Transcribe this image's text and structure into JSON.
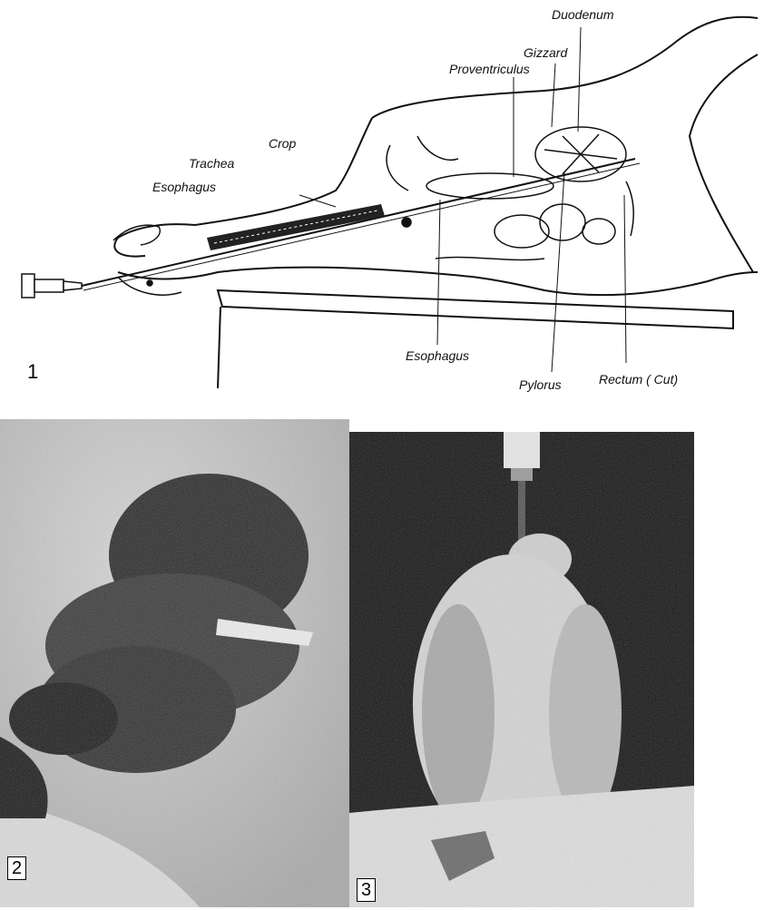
{
  "figure1": {
    "number": "1",
    "labels": {
      "duodenum": "Duodenum",
      "gizzard": "Gizzard",
      "proventriculus": "Proventriculus",
      "crop": "Crop",
      "trachea": "Trachea",
      "esophagus_top": "Esophagus",
      "esophagus_bottom": "Esophagus",
      "pylorus": "Pylorus",
      "rectum": "Rectum ( Cut)"
    }
  },
  "figure2": {
    "number": "2"
  },
  "figure3": {
    "number": "3"
  }
}
